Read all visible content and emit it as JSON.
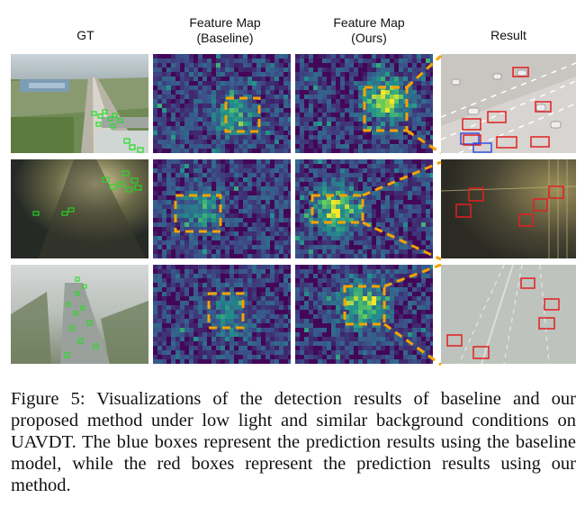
{
  "figure": {
    "headers": {
      "gt": "GT",
      "baseline": "Feature Map\n(Baseline)",
      "ours": "Feature Map\n(Ours)",
      "result": "Result"
    },
    "caption": "Figure 5: Visualizations of the detection results of baseline and our proposed method under low light and similar background conditions on UAVDT. The blue boxes represent the prediction results using the baseline model, while the red boxes represent the prediction results using our method.",
    "colors": {
      "highlight": "#f5a300",
      "ours_box": "#e02020",
      "baseline_box": "#3050e0",
      "gt_box": "#22dd22"
    },
    "rows": [
      "daylight-highway",
      "low-light-road",
      "foggy-highway"
    ]
  }
}
